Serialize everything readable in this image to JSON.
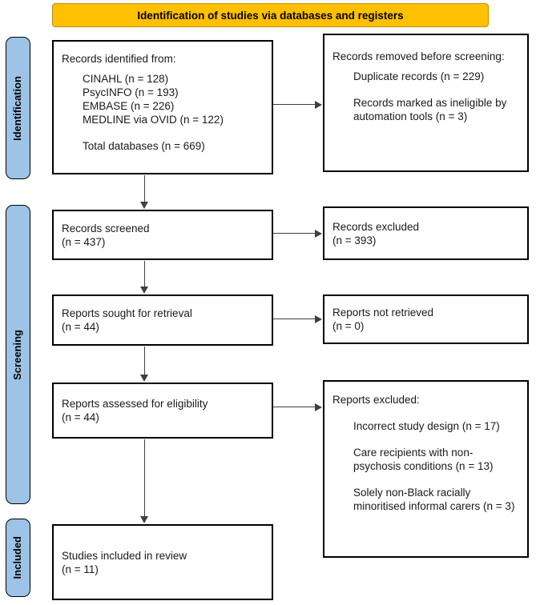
{
  "header": {
    "title": "Identification of studies via databases and registers"
  },
  "stages": [
    {
      "label": "Identification"
    },
    {
      "label": "Screening"
    },
    {
      "label": "Included"
    }
  ],
  "boxes": {
    "records_identified": {
      "title": "Records identified from:",
      "items": [
        "CINAHL (n = 128)",
        "PsycINFO (n = 193)",
        "EMBASE (n = 226)",
        "MEDLINE via OVID (n = 122)"
      ],
      "total": "Total databases (n = 669)"
    },
    "records_removed": {
      "title": "Records removed before screening:",
      "items": [
        "Duplicate records (n = 229)",
        "Records marked as ineligible by automation tools (n = 3)"
      ]
    },
    "records_screened": {
      "label": "Records screened",
      "count": "(n = 437)"
    },
    "records_excluded": {
      "label": "Records excluded",
      "count": "(n = 393)"
    },
    "reports_sought": {
      "label": "Reports sought for retrieval",
      "count": "(n = 44)"
    },
    "reports_not_retrieved": {
      "label": "Reports not retrieved",
      "count": "(n = 0)"
    },
    "reports_assessed": {
      "label": "Reports assessed for eligibility",
      "count": "(n = 44)"
    },
    "reports_excluded": {
      "title": "Reports excluded:",
      "items": [
        "Incorrect study design (n = 17)",
        "Care recipients with non-psychosis conditions (n = 13)",
        "Solely non-Black racially minoritised informal carers (n = 3)"
      ]
    },
    "studies_included": {
      "label": "Studies included in review",
      "count": "(n = 11)"
    }
  },
  "colors": {
    "header_bg": "#FFC000",
    "header_border": "#BF9000",
    "stage_bg": "#9DC3E6",
    "box_border": "#000000",
    "arrow": "#404040"
  }
}
